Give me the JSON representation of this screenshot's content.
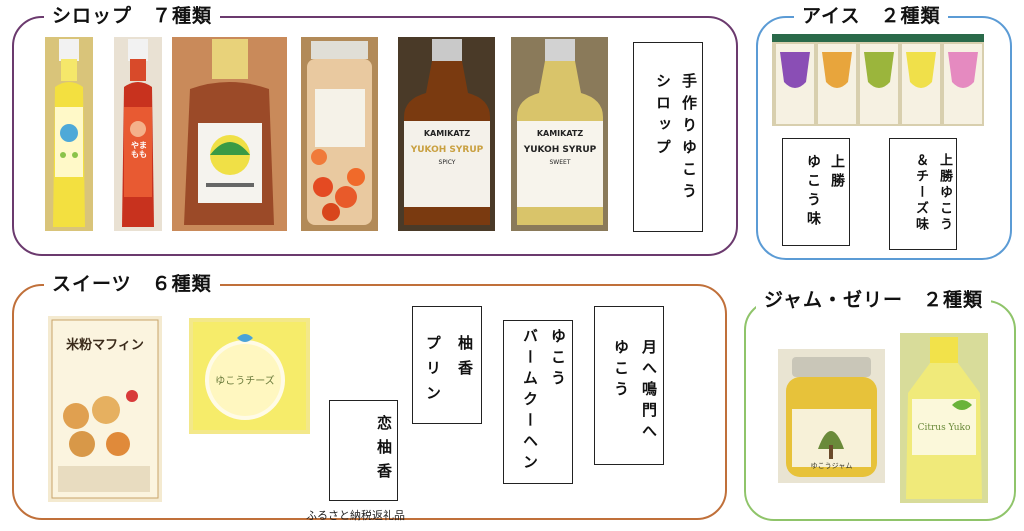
{
  "syrup": {
    "title": "シロップ　７種類",
    "border_color": "#6b3a6e",
    "labels": {
      "bottle2": "やまもも",
      "bottle5_brand": "KAMIKATZ",
      "bottle5_name": "YUKOH SYRUP",
      "bottle5_sub": "SPICY",
      "bottle6_brand": "KAMIKATZ",
      "bottle6_name": "YUKOH SYRUP",
      "bottle6_sub": "SWEET"
    },
    "box_text": "手作りゆこう\nシロップ"
  },
  "ice": {
    "title": "アイス　２種類",
    "border_color": "#5b9bd5",
    "box1_text": "上勝\nゆこう味",
    "box2_text": "上勝ゆこう\n＆チーズ味"
  },
  "sweets": {
    "title": "スイーツ　６種類",
    "border_color": "#c0703a",
    "poster_title": "米粉マフィン",
    "cheese_label": "ゆこうチーズ",
    "box_koiyuka": "恋柚香",
    "box_pudding": "柚香\nプリン",
    "box_baum": "ゆこう\nバームクーヘン",
    "box_naruto": "月へ鳴門へ\nゆこう",
    "note": "ふるさと納税返礼品"
  },
  "jam": {
    "title": "ジャム・ゼリー　２種類",
    "border_color": "#8fc46a",
    "jar_label": "ゆこうジャム",
    "jelly_label": "Citrus Yuko"
  }
}
